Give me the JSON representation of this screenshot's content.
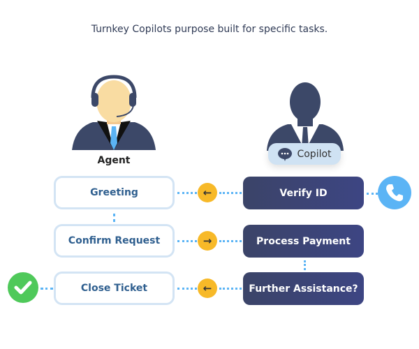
{
  "title": "Turnkey Copilots purpose built for specific tasks.",
  "agent": {
    "label": "Agent"
  },
  "copilot": {
    "label": "Copilot"
  },
  "agent_steps": [
    "Greeting",
    "Confirm Request",
    "Close Ticket"
  ],
  "copilot_steps": [
    "Verify ID",
    "Process Payment",
    "Further Assistance?"
  ],
  "arrows": [
    "←",
    "→",
    "←"
  ],
  "colors": {
    "accent": "#5bb4f5",
    "arrow": "#f7b928",
    "dark": "#3b4468",
    "check": "#4fc95a"
  }
}
